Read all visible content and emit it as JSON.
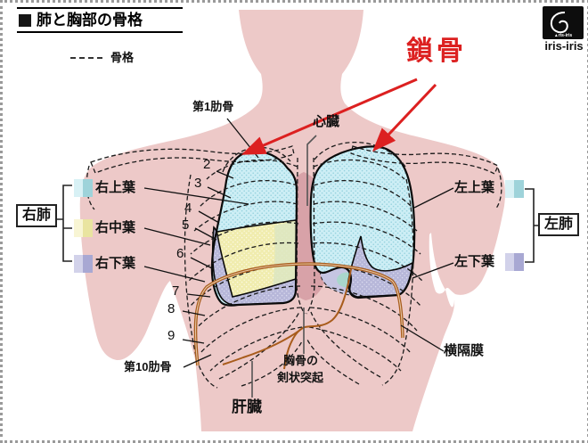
{
  "title": {
    "text": "肺と胸部の骨格"
  },
  "legend": {
    "skeleton_label": "骨格"
  },
  "logo": {
    "badge_text": "▲ris-iris",
    "text": "iris-iris"
  },
  "annotations": {
    "clavicle": "鎖骨",
    "first_rib": "第1肋骨",
    "heart": "心臓",
    "right_lung": "右肺",
    "right_upper_lobe": "右上葉",
    "right_middle_lobe": "右中葉",
    "right_lower_lobe": "右下葉",
    "left_lung": "左肺",
    "left_upper_lobe": "左上葉",
    "left_lower_lobe": "左下葉",
    "diaphragm": "横隔膜",
    "tenth_rib": "第10肋骨",
    "xiphoid_line1": "胸骨の",
    "xiphoid_line2": "剣状突起",
    "liver": "肝臓"
  },
  "rib_numbers": [
    "2",
    "3",
    "4",
    "5",
    "6",
    "7",
    "8",
    "9"
  ],
  "colors": {
    "body": "#edc9c8",
    "heart": "#d8a2a8",
    "upper_lobe": "#cdeef5",
    "middle_lobe": "#f0ecae",
    "lower_lobe": "#b7b7d9",
    "skeleton_line": "#1a1a1a",
    "liver_line": "#a85c1c",
    "highlight_red": "#dc2020"
  }
}
